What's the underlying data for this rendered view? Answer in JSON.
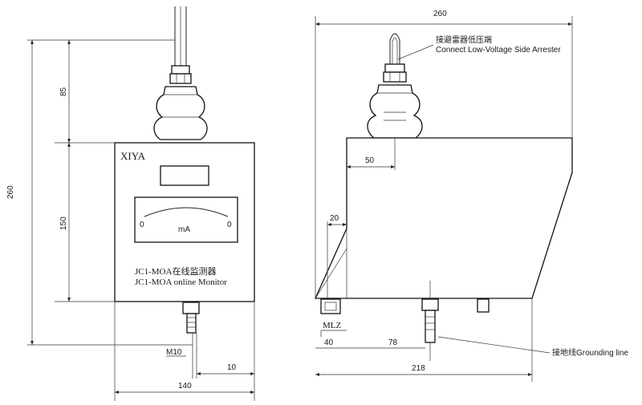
{
  "front_view": {
    "brand": "XIYA",
    "meter_unit": "mA",
    "meter_min": "0",
    "meter_max": "0",
    "model_cn": "JC1-MOA在线监测器",
    "model_en": "JC1-MOA online Monitor",
    "dim_top": "85",
    "dim_body": "150",
    "dim_total": "260",
    "dim_thread": "M10",
    "dim_offset": "10",
    "dim_width": "140"
  },
  "side_view": {
    "dim_total_width": "260",
    "arrester_label_cn": "接避雷器低压端",
    "arrester_label_en": "Connect Low-Voltage Side Arrester",
    "dim_insulator_offset": "50",
    "dim_bevel": "20",
    "mlz_label": "MLZ",
    "dim_mlz": "40",
    "dim_ground_offset": "78",
    "ground_label": "接地线Grounding line",
    "dim_base": "218"
  }
}
